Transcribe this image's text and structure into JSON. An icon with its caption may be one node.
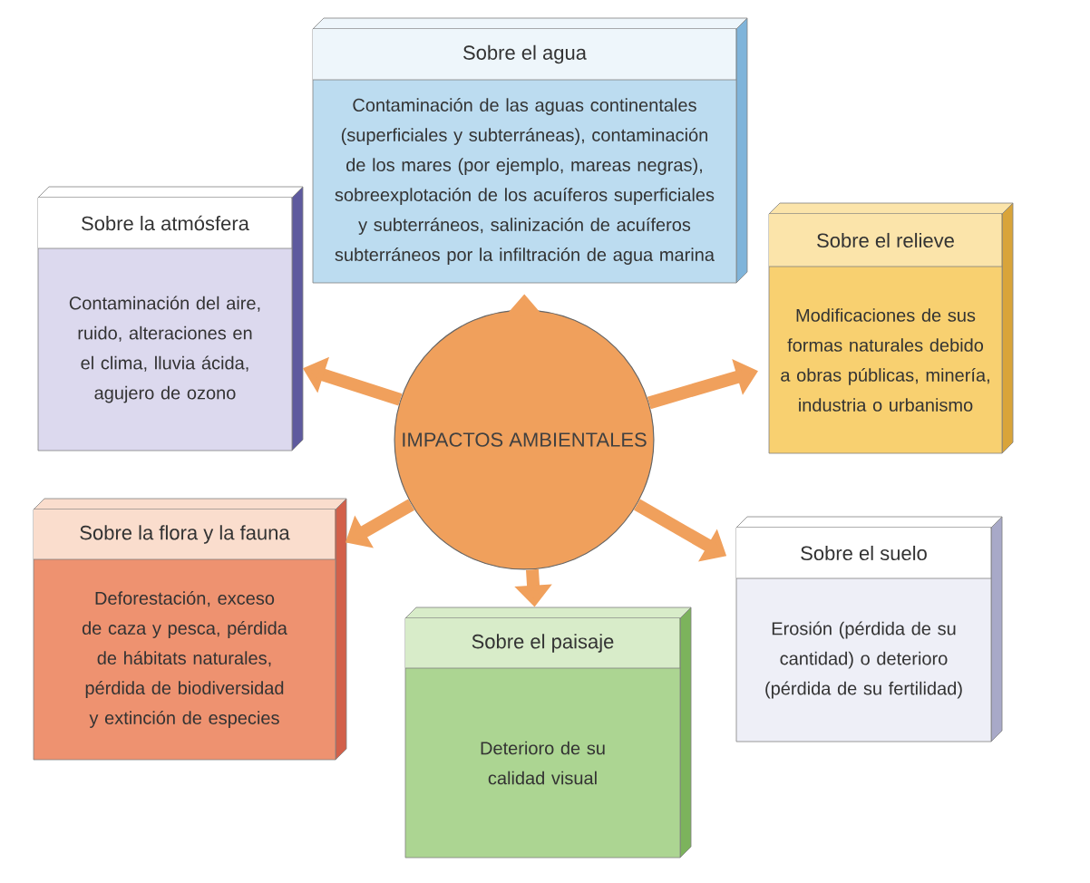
{
  "diagram": {
    "nodes": [
      {
        "text": [
          "IMPACTOS AMBIENTALES"
        ]
      },
      {
        "text": [
          "Sobre el agua",
          "Contaminación de las aguas continentales (superficiales y subterráneas), contaminación de los mares (por ejemplo, mareas negras), sobreexplotación de los acuíferos superficiales y subterráneos, salinización de acuíferos subterráneos por la infiltración de agua marina"
        ]
      },
      {
        "text": [
          "Sobre la atmósfera",
          "Contaminación del aire, ruido, alteraciones en el clima, lluvia ácida, agujero de ozono"
        ]
      },
      {
        "text": [
          "Sobre el relieve",
          "Modificaciones de sus formas naturales debido a obras públicas, minería, industria o urbanismo"
        ]
      },
      {
        "text": [
          "Sobre la flora y la fauna",
          "Deforestación, exceso de caza y pesca, pérdida de hábitats naturales, pérdida de biodiversidad y extinción de especies"
        ]
      },
      {
        "text": [
          "Sobre el suelo",
          "Erosión (pérdida de su cantidad) o deterioro (pérdida de su fertilidad)"
        ]
      },
      {
        "text": [
          "Sobre el paisaje",
          "Deterioro de su calidad visual"
        ]
      }
    ],
    "edges": [
      {
        "from": 0,
        "to": 1,
        "arrow": "to"
      },
      {
        "from": 0,
        "to": 2,
        "arrow": "to"
      },
      {
        "from": 0,
        "to": 3,
        "arrow": "to"
      },
      {
        "from": 0,
        "to": 4,
        "arrow": "to"
      },
      {
        "from": 0,
        "to": 5,
        "arrow": "to"
      },
      {
        "from": 0,
        "to": 6,
        "arrow": "to"
      }
    ]
  }
}
